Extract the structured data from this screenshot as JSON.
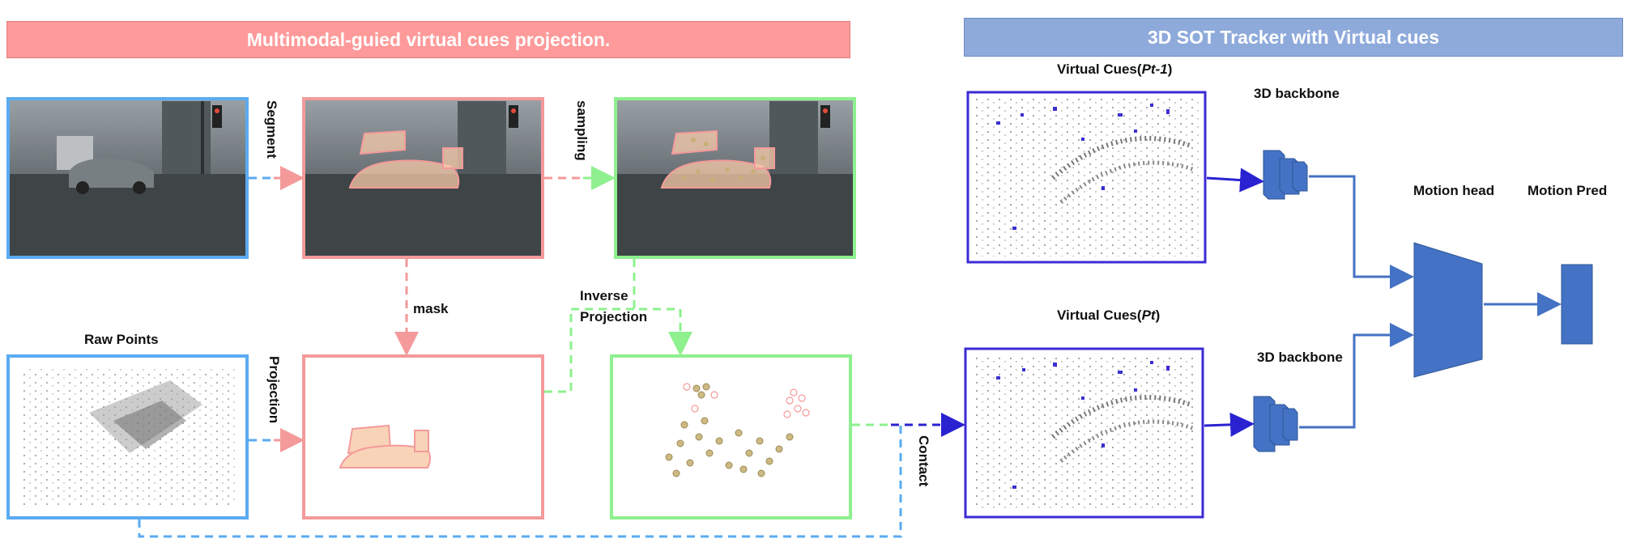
{
  "banners": {
    "left": "Multimodal-guied virtual cues projection.",
    "right": "3D SOT Tracker with Virtual cues"
  },
  "labels": {
    "segment": "Segment",
    "sampling": "sampling",
    "mask": "mask",
    "inverse_projection_line1": "Inverse",
    "inverse_projection_line2": "Projection",
    "raw_points": "Raw Points",
    "projection": "Projection",
    "contact": "Contact",
    "virtual_cues_prev_prefix": "Virtual Cues(",
    "virtual_cues_prev_var": "Pt-1",
    "virtual_cues_prev_suffix": ")",
    "virtual_cues_cur_prefix": "Virtual Cues(",
    "virtual_cues_cur_var": "Pt",
    "virtual_cues_cur_suffix": ")",
    "backbone_top": "3D backbone",
    "backbone_bottom": "3D backbone",
    "motion_head": "Motion head",
    "motion_pred": "Motion Pred"
  },
  "colors": {
    "blue_frame": "#5aabf2",
    "pink_frame": "#f49a9a",
    "green_frame": "#8ef08e",
    "purple_frame": "#3b2bd6",
    "model_blue": "#4472c4",
    "banner_left": "#ff9999",
    "banner_right": "#8eaadb"
  }
}
